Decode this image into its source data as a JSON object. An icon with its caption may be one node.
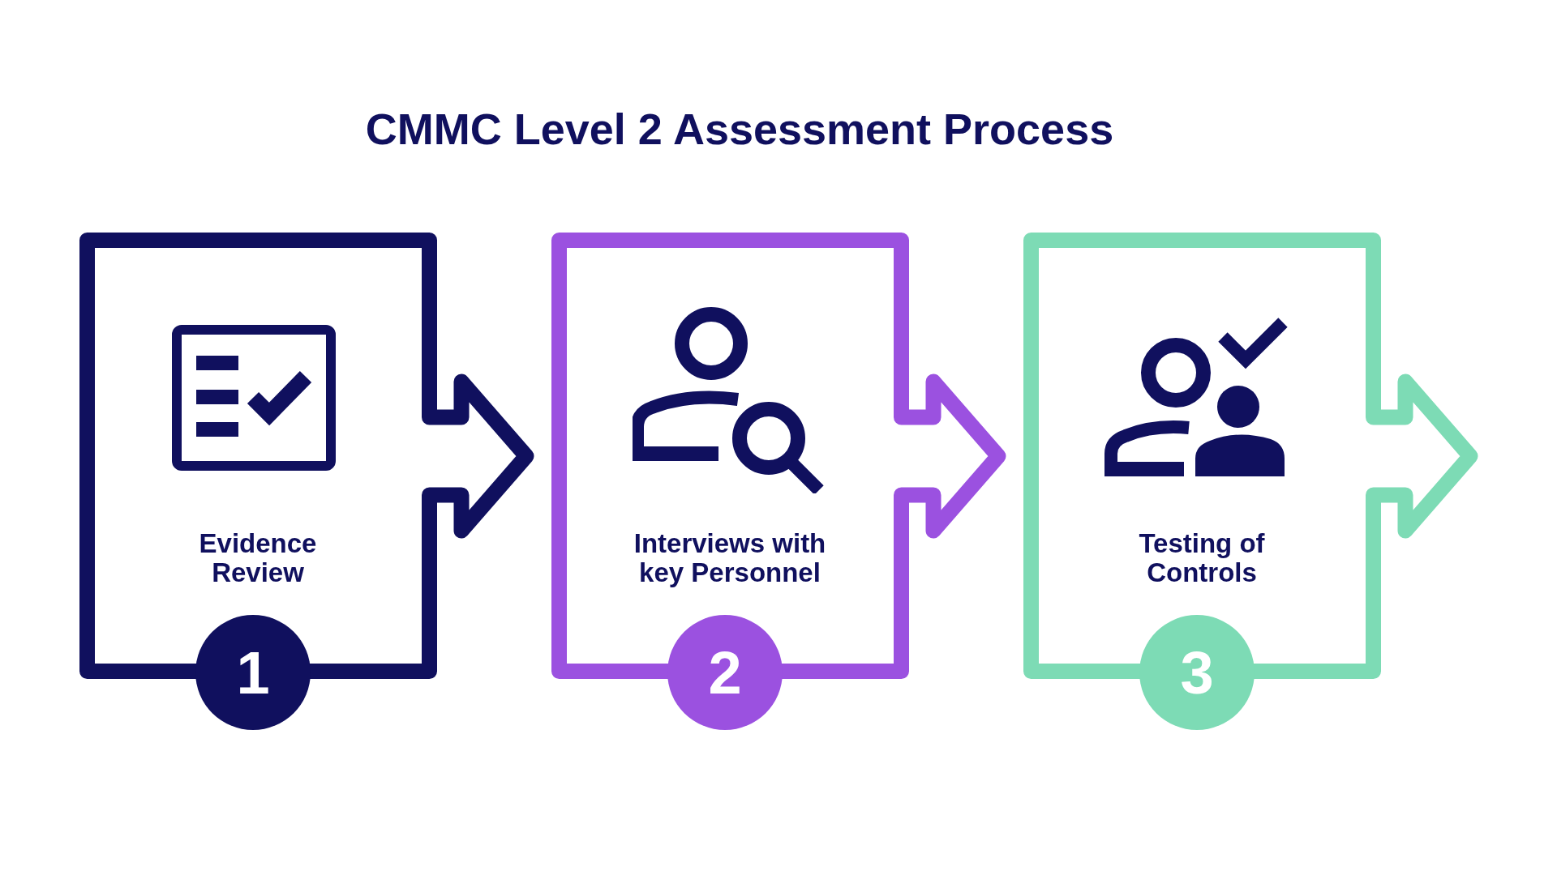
{
  "diagram": {
    "title": "CMMC Level 2 Assessment Process",
    "nodes": [
      {
        "text": [
          "Evidence Review"
        ]
      },
      {
        "text": [
          "1"
        ]
      },
      {
        "text": [
          "Interviews with key Personnel"
        ]
      },
      {
        "text": [
          "2"
        ]
      },
      {
        "text": [
          "Testing of Controls"
        ]
      },
      {
        "text": [
          "3"
        ]
      }
    ]
  }
}
